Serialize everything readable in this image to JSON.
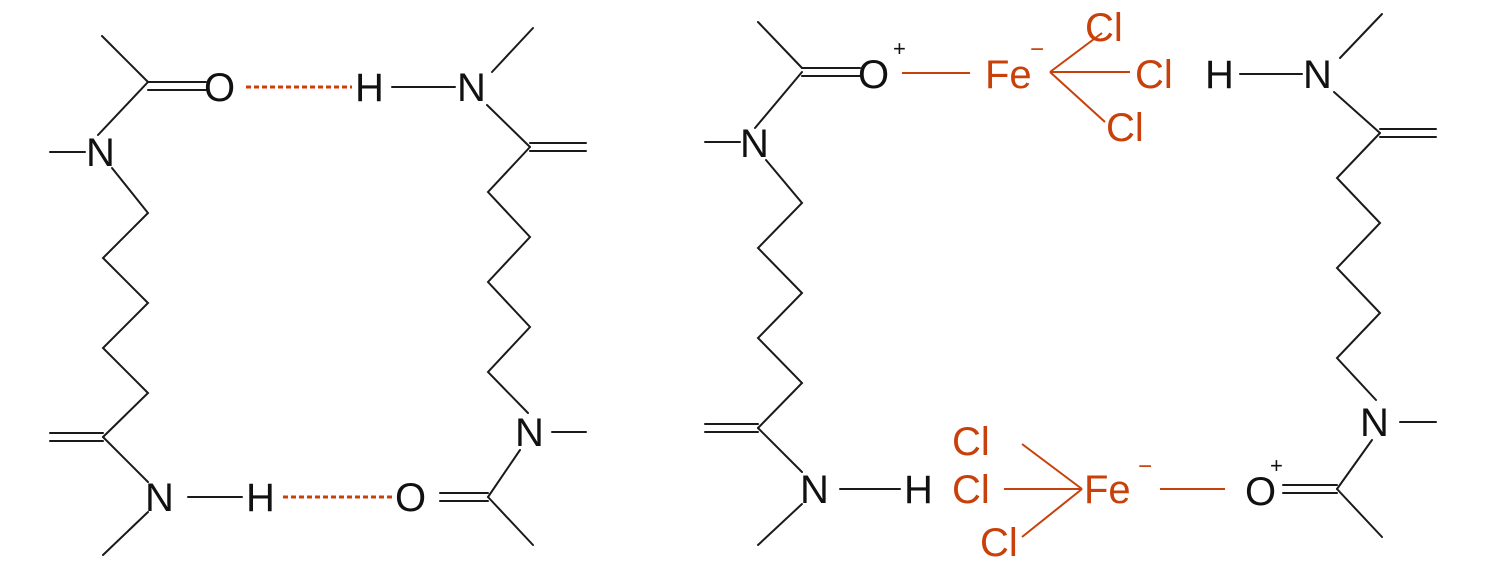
{
  "colors": {
    "bond": "#1a1a1a",
    "iron_complex": "#c8410a",
    "hydrogen_bond": "#c8410a"
  },
  "left_panel": {
    "atoms": {
      "o_top": "O",
      "h_top": "H",
      "n_top_right": "N",
      "n_left_upper": "N",
      "n_bottom_left": "N",
      "h_bottom": "H",
      "o_bottom": "O",
      "n_right_lower": "N"
    }
  },
  "right_panel": {
    "atoms": {
      "o_top": "O",
      "o_top_charge": "+",
      "fe_top": "Fe",
      "fe_top_charge": "−",
      "cl_top_1": "Cl",
      "cl_top_2": "Cl",
      "cl_top_3": "Cl",
      "h_top": "H",
      "n_top_right": "N",
      "n_left_upper": "N",
      "n_bottom_left": "N",
      "h_bottom": "H",
      "n_right_lower": "N",
      "cl_bottom_1": "Cl",
      "cl_bottom_2": "Cl",
      "cl_bottom_3": "Cl",
      "fe_bottom": "Fe",
      "fe_bottom_charge": "−",
      "o_bottom": "O",
      "o_bottom_charge": "+"
    }
  }
}
